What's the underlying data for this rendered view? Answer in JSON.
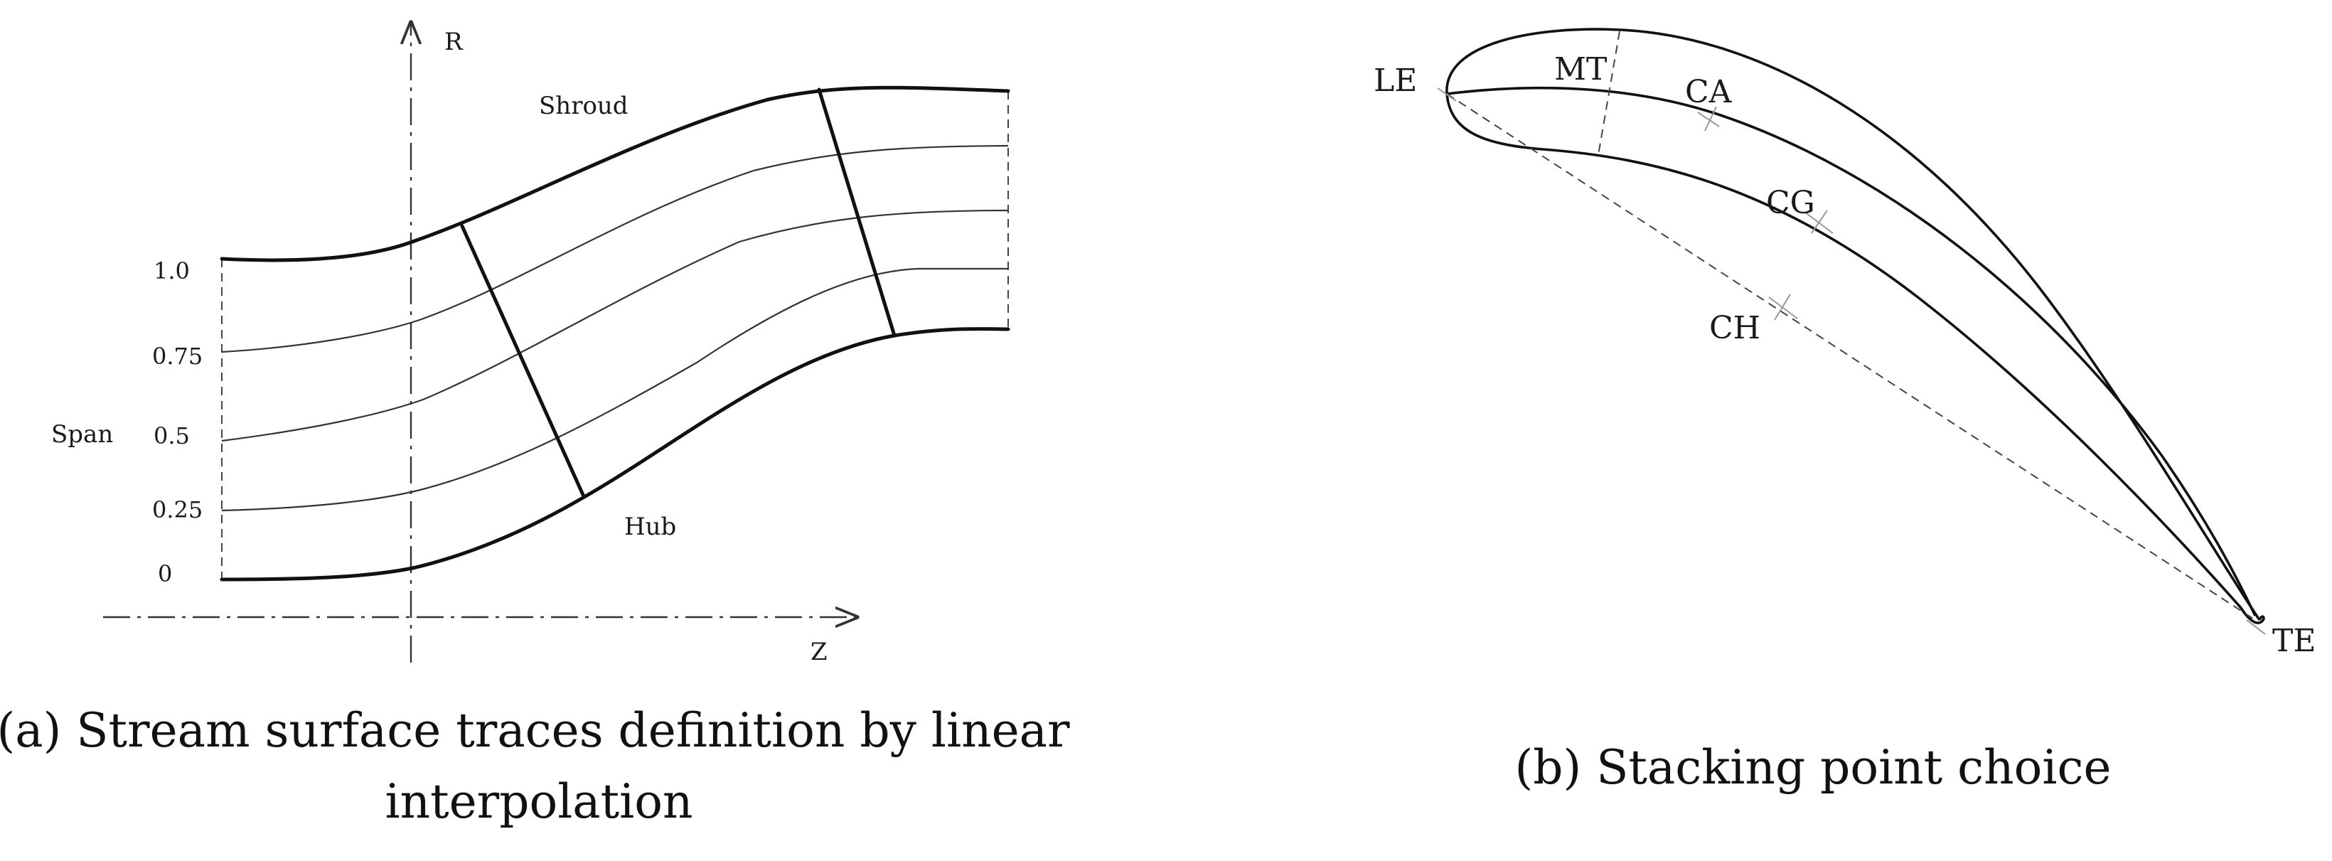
{
  "panel_a": {
    "axis_r": "R",
    "axis_z": "Z",
    "shroud": "Shroud",
    "hub": "Hub",
    "span_title": "Span",
    "span_ticks": [
      "1.0",
      "0.75",
      "0.5",
      "0.25",
      "0"
    ],
    "caption_line1": "(a) Stream surface traces definition by linear",
    "caption_line2": "interpolation"
  },
  "panel_b": {
    "labels": {
      "le": "LE",
      "te": "TE",
      "mt": "MT",
      "ca": "CA",
      "cg": "CG",
      "ch": "CH"
    },
    "caption": "(b) Stacking point choice"
  }
}
